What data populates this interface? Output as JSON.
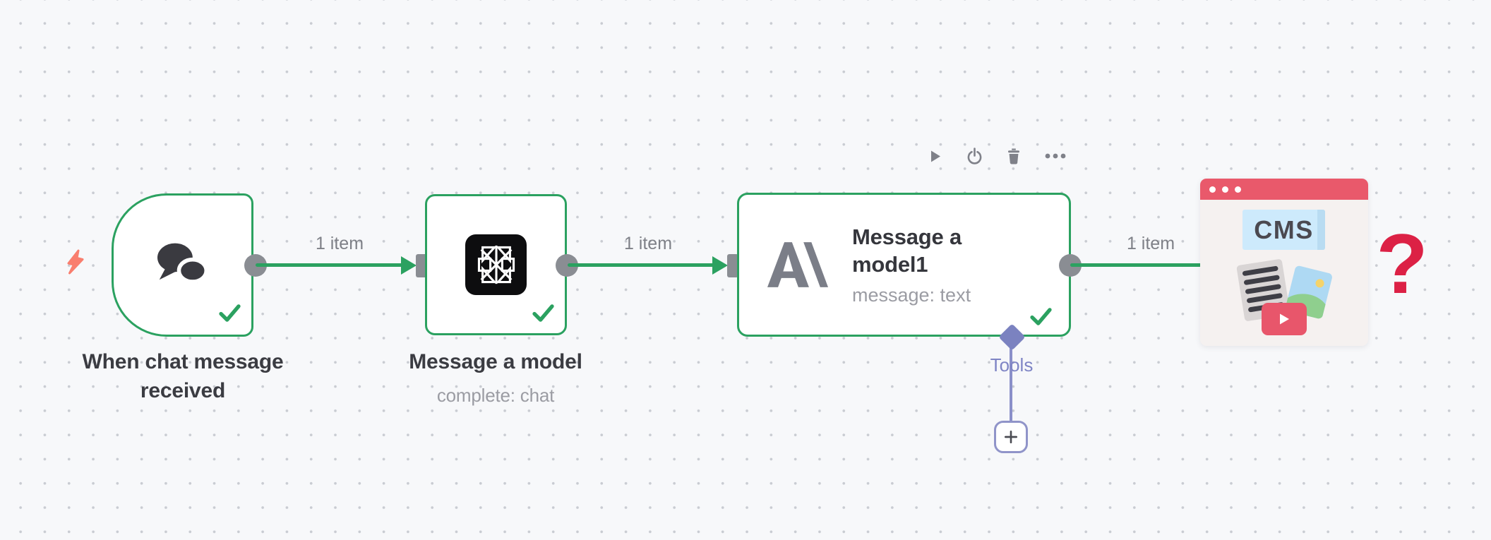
{
  "canvas": {
    "background": "#f7f8fa",
    "dot_color": "#c9ccd2"
  },
  "colors": {
    "success_green": "#2ba160",
    "connector_gray": "#8a8d93",
    "tools_purple": "#7d84c3",
    "question_red": "#dc2145",
    "illustration_red": "#e9596b",
    "trigger_bolt_coral": "#f97e6e"
  },
  "workflow": {
    "trigger_node": {
      "label": "When chat message received",
      "status_icon": "checkmark"
    },
    "model_node": {
      "label": "Message a model",
      "subtitle": "complete: chat",
      "status_icon": "checkmark"
    },
    "model1_node": {
      "title": "Message a model1",
      "subtitle": "message: text",
      "tools_port_label": "Tools",
      "status_icon": "checkmark"
    },
    "connections": [
      {
        "label": "1 item"
      },
      {
        "label": "1 item"
      },
      {
        "label": "1 item"
      }
    ]
  },
  "node_toolbar": {
    "icons": [
      "play",
      "power",
      "trash",
      "ellipsis"
    ]
  },
  "illustration": {
    "cms_title": "CMS",
    "question_mark": "?"
  }
}
